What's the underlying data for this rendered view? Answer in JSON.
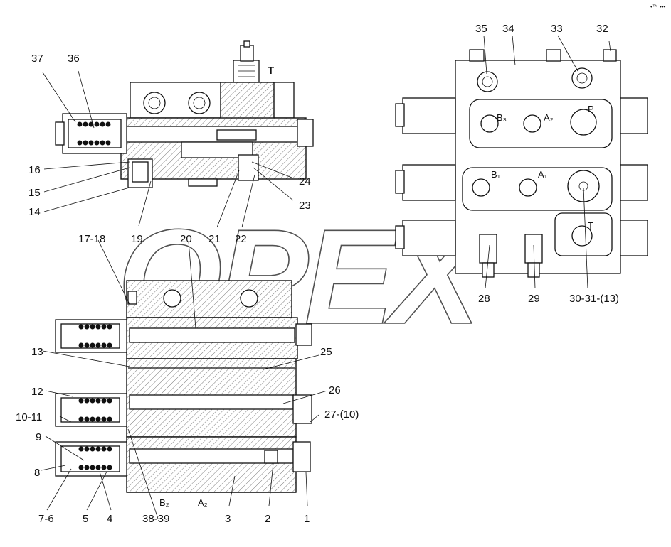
{
  "watermark": "OPEX",
  "corner_mark": "•™ •••",
  "port_labels": {
    "tank": "T",
    "b2": "B₂",
    "a2": "A₂",
    "b3": "B₃",
    "a2_right": "A₂",
    "p": "P",
    "b1": "B₁",
    "a1": "A₁",
    "t": "T"
  },
  "part_labels": [
    "1",
    "2",
    "3",
    "4",
    "5",
    "7-6",
    "8",
    "9",
    "10-11",
    "12",
    "13",
    "14",
    "15",
    "16",
    "17-18",
    "19",
    "20",
    "21",
    "22",
    "23",
    "24",
    "25",
    "26",
    "27-(10)",
    "28",
    "29",
    "30-31-(13)",
    "32",
    "33",
    "34",
    "35",
    "36",
    "37",
    "38-39"
  ]
}
